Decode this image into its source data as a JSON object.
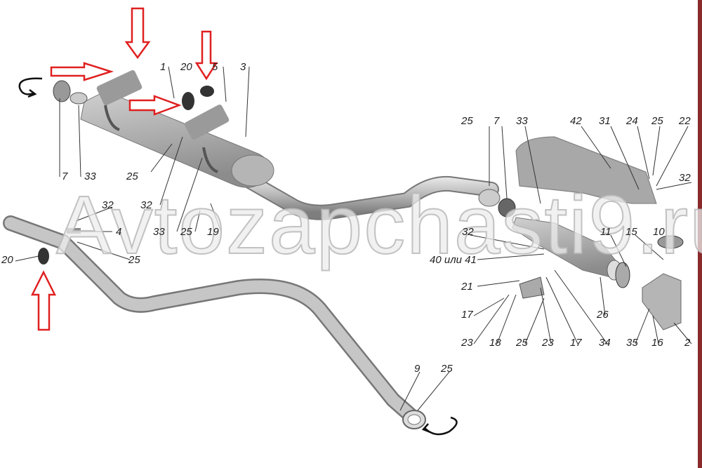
{
  "watermark": "Avtozapchasti9.ru",
  "colors": {
    "arrow": "#e02020",
    "part": "#b8b8b8",
    "border": "#8a2a2a"
  },
  "labels": {
    "l1": "1",
    "l20a": "20",
    "l5": "5",
    "l3": "3",
    "l7a": "7",
    "l33a": "33",
    "l25a": "25",
    "l32a": "32",
    "l33b": "33",
    "l25b": "25",
    "l19": "19",
    "l32b": "32",
    "l4": "4",
    "l20b": "20",
    "l25c": "25",
    "r25a": "25",
    "r7": "7",
    "r33": "33",
    "r42": "42",
    "r31": "31",
    "r24": "24",
    "r25b": "25",
    "r22": "22",
    "r32a": "32",
    "r32b": "32",
    "r11": "11",
    "r15": "15",
    "r10": "10",
    "r40": "40 или 41",
    "r21": "21",
    "r17a": "17",
    "r26": "26",
    "r23a": "23",
    "r18": "18",
    "r25c": "25",
    "r23b": "23",
    "r17b": "17",
    "r34": "34",
    "r35": "35",
    "r16": "16",
    "r2": "2",
    "b9": "9",
    "b25": "25"
  }
}
